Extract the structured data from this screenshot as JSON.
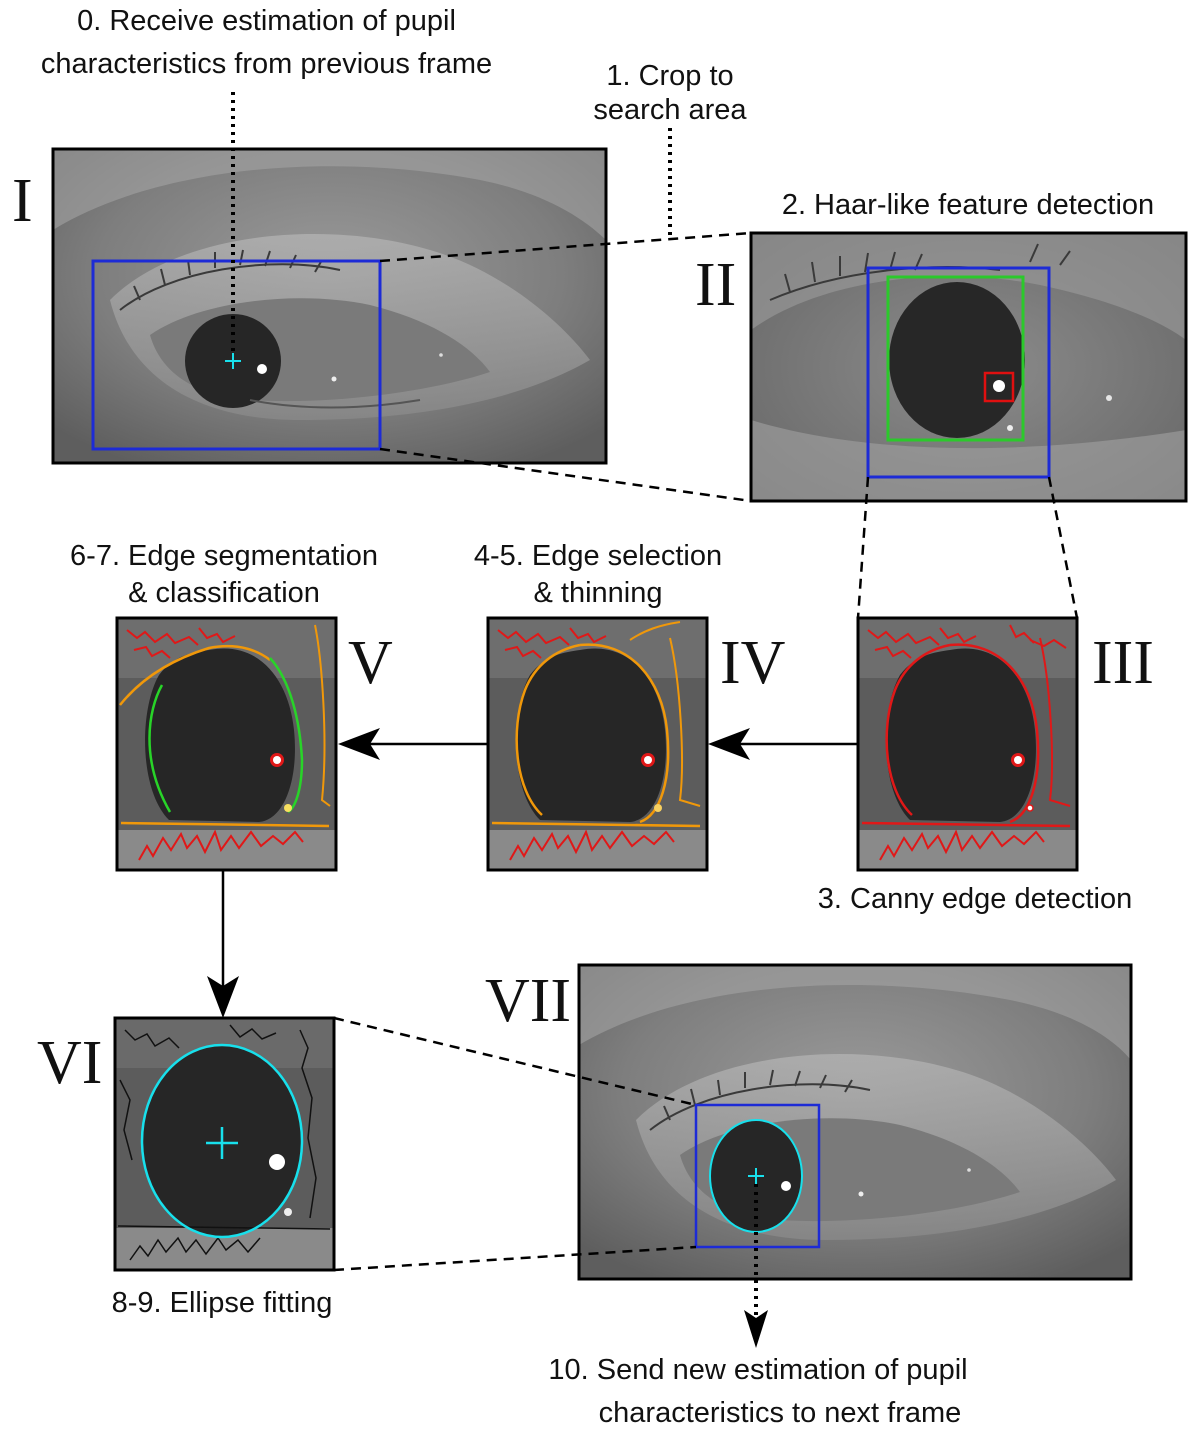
{
  "steps": {
    "s0": {
      "line1": "0. Receive estimation of pupil",
      "line2": "characteristics from previous frame"
    },
    "s1": {
      "line1": "1. Crop to",
      "line2": "search area"
    },
    "s2": "2. Haar-like feature detection",
    "s3": "3. Canny edge detection",
    "s45": {
      "line1": "4-5. Edge selection",
      "line2": "& thinning"
    },
    "s67": {
      "line1": "6-7. Edge segmentation",
      "line2": "& classification"
    },
    "s89": "8-9. Ellipse fitting",
    "s10": {
      "line1": "10. Send new estimation of pupil",
      "line2": "characteristics to next frame"
    }
  },
  "panels": {
    "p1": "I",
    "p2": "II",
    "p3": "III",
    "p4": "IV",
    "p5": "V",
    "p6": "VI",
    "p7": "VII"
  },
  "colors": {
    "search_box": "#1d2bd6",
    "haar_outer": "#1d2bd6",
    "haar_inner": "#2bc92b",
    "glint_box": "#e01010",
    "edge_red": "#e01818",
    "edge_orange": "#f0980a",
    "edge_green": "#28d428",
    "ellipse": "#18e0ec",
    "pupil_marker": "#18e0ec"
  }
}
